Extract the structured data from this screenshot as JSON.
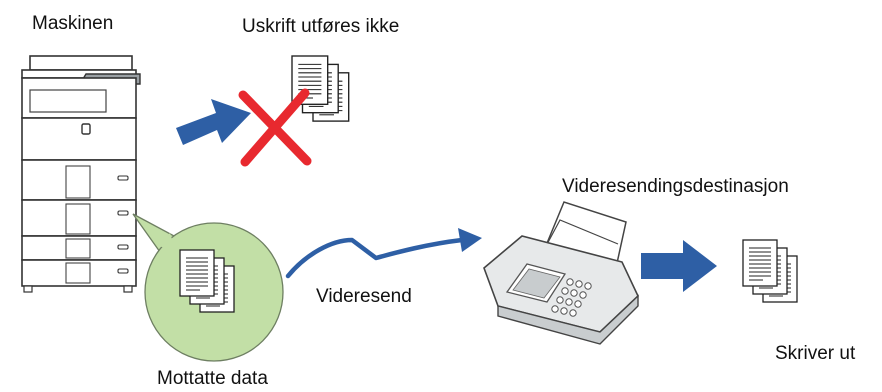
{
  "labels": {
    "machine": "Maskinen",
    "no_print": "Uskrift utføres ikke",
    "forward_destination": "Videresendingsdestinasjon",
    "forward": "Videresend",
    "received_data": "Mottatte data",
    "prints": "Skriver ut"
  },
  "icons": {
    "machine": "printer-icon",
    "cross": "cross-icon",
    "fax": "fax-machine-icon",
    "document": "document-stack-icon"
  },
  "colors": {
    "arrow_blue": "#2e5fa5",
    "cross_red": "#e8292f",
    "bubble_green": "#c2dfa6",
    "bubble_stroke": "#6e7f62",
    "paper": "#ffffff",
    "ink": "#222222",
    "fax_body": "#e7e9ea"
  }
}
